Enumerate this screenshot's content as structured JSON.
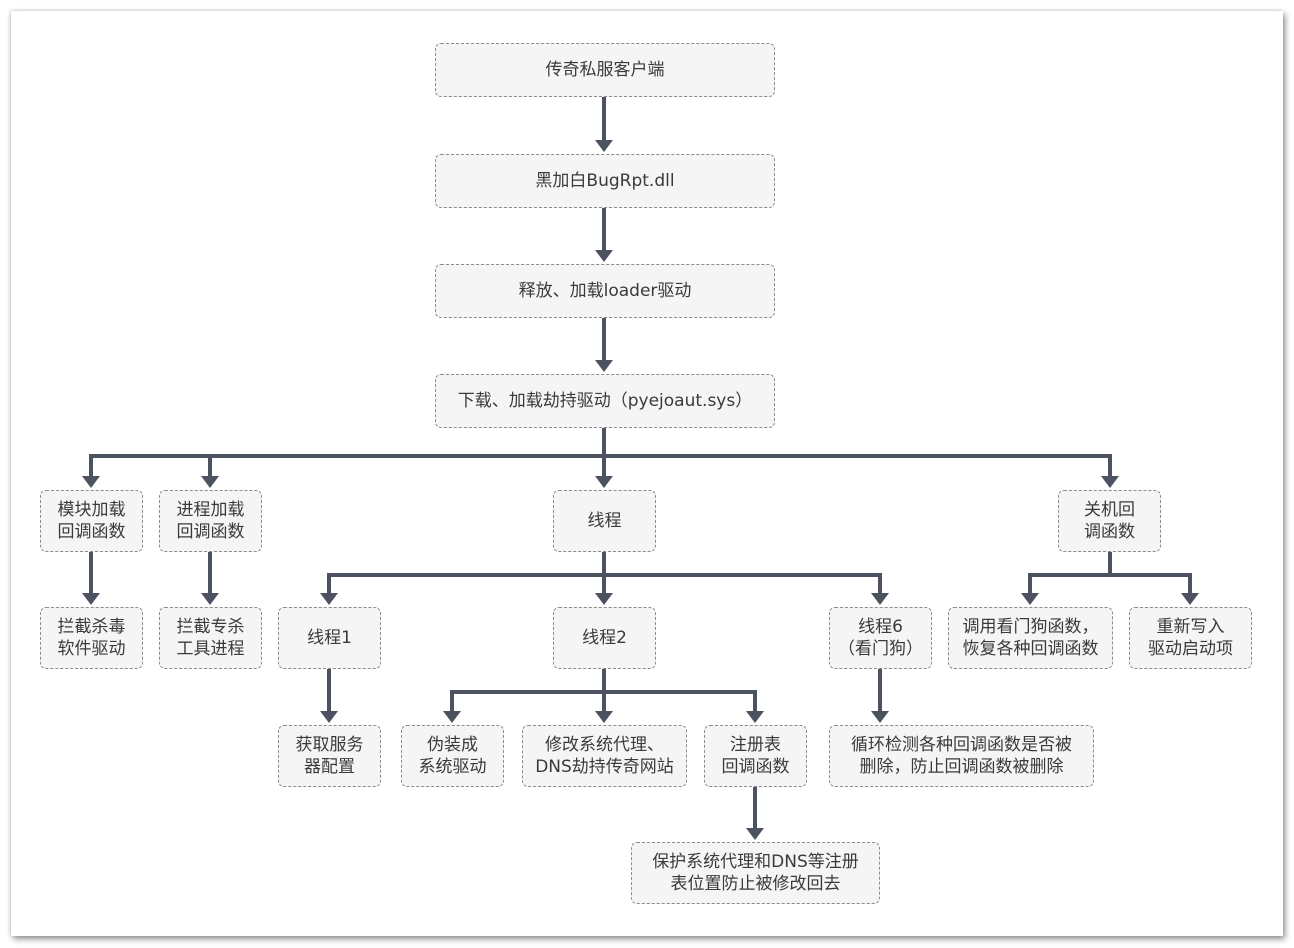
{
  "colors": {
    "line": "#4d5261",
    "node_fill": "#f5f5f5",
    "node_border": "#8c8c8c",
    "text": "#3a3a3a"
  },
  "nodes": {
    "client": "传奇私服客户端",
    "bugrpt": "黑加白BugRpt.dll",
    "release_loader": "释放、加载loader驱动",
    "hijack_driver": "下载、加载劫持驱动（pyejoaut.sys）",
    "module_callback": "模块加载\n回调函数",
    "process_callback": "进程加载\n回调函数",
    "threads": "线程",
    "shutdown_callback": "关机回\n调函数",
    "block_av": "拦截杀毒\n软件驱动",
    "block_tools": "拦截专杀\n工具进程",
    "thread1": "线程1",
    "thread2": "线程2",
    "thread6": "线程6\n（看门狗）",
    "call_watchdog": "调用看门狗函数，\n恢复各种回调函数",
    "rewrite_start": "重新写入\n驱动启动项",
    "get_server": "获取服务\n器配置",
    "fake_driver": "伪装成\n系统驱动",
    "modify_proxy": "修改系统代理、\nDNS劫持传奇网站",
    "reg_callback": "注册表\n回调函数",
    "loop_detect": "循环检测各种回调函数是否被\n删除，防止回调函数被删除",
    "protect_reg": "保护系统代理和DNS等注册\n表位置防止被修改回去"
  }
}
